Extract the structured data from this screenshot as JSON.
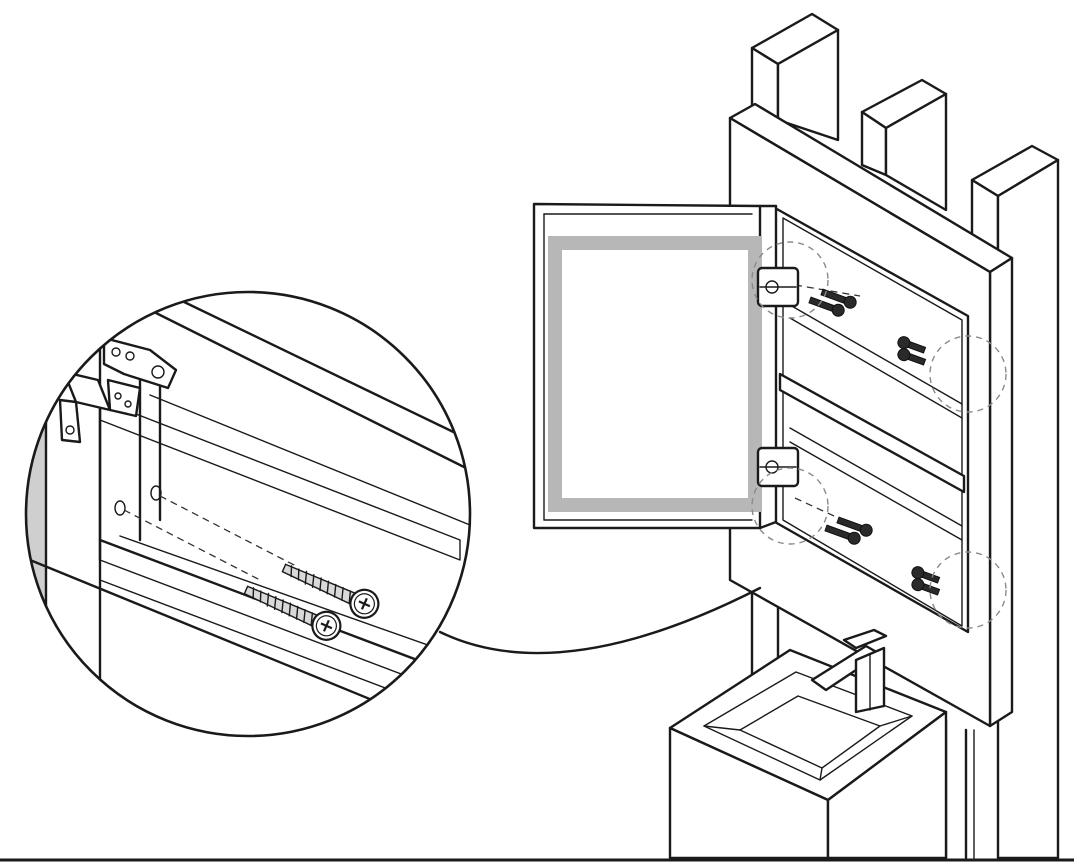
{
  "diagram": {
    "scene": "cabinet-install",
    "parts": [
      "wall-studs",
      "cabinet-box",
      "open-mirror-door",
      "hinges",
      "screws",
      "shelf",
      "vanity-sink",
      "faucet",
      "detail-magnifier"
    ],
    "colors": {
      "line": "#1a1a1a",
      "led_frame": "#b7b7b7",
      "callout_dash": "#8a8a8a",
      "background": "#ffffff"
    }
  }
}
